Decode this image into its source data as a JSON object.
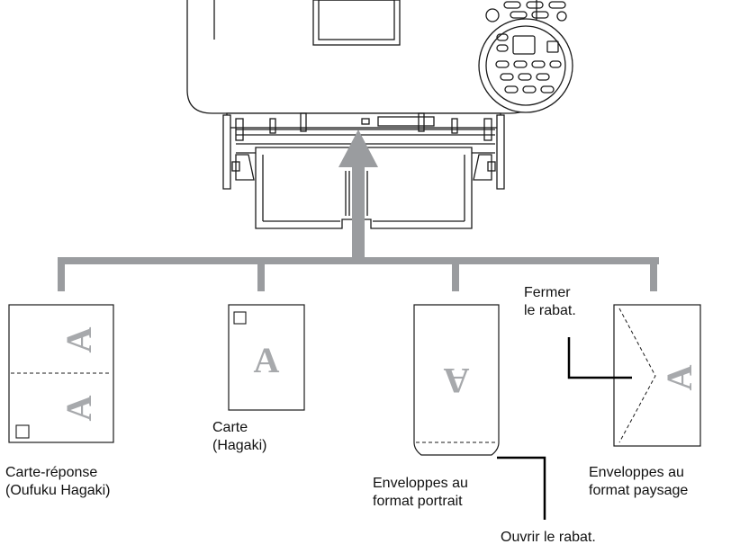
{
  "printer": {
    "name": "printer-with-multipurpose-tray",
    "colors": {
      "outline": "#1a1a1a",
      "connector": "#9a9c9f",
      "mark": "#a7a9ac"
    }
  },
  "media": [
    {
      "id": "return-postcard",
      "icon": "oufuku-hagaki-card-icon",
      "mark": "A",
      "label_lines": [
        "Carte-réponse",
        "(Oufuku Hagaki)"
      ]
    },
    {
      "id": "postcard",
      "icon": "hagaki-card-icon",
      "mark": "A",
      "label_lines": [
        "Carte",
        "(Hagaki)"
      ]
    },
    {
      "id": "portrait-envelope",
      "icon": "portrait-envelope-icon",
      "mark": "A",
      "label_lines": [
        "Enveloppes au",
        "format portrait"
      ]
    },
    {
      "id": "landscape-envelope",
      "icon": "landscape-envelope-icon",
      "mark": "A",
      "label_lines": [
        "Enveloppes au",
        "format paysage"
      ]
    }
  ],
  "callouts": {
    "close_flap": [
      "Fermer",
      "le rabat."
    ],
    "open_flap": "Ouvrir le rabat."
  }
}
